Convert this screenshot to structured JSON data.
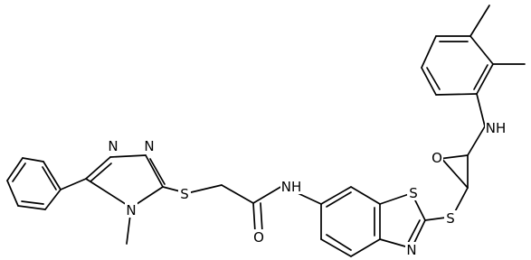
{
  "structure": {
    "atoms": {
      "n_triazole_1": "N",
      "n_triazole_2": "N",
      "n_triazole_4": "N",
      "s_thioether_left": "S",
      "o_amide_left": "O",
      "nh_amide_left": "NH",
      "s_thiazole": "S",
      "n_thiazole": "N",
      "s_thioether_right": "S",
      "o_amide_right": "O",
      "nh_amide_right": "NH"
    }
  }
}
